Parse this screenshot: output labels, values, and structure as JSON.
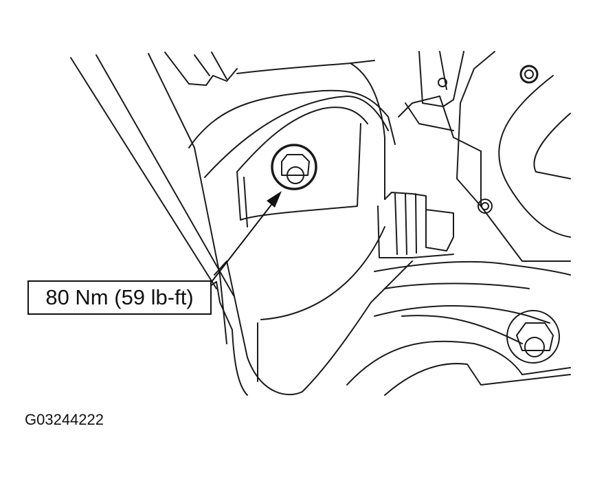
{
  "diagram": {
    "type": "mechanical line illustration",
    "subject": "bolt location with torque specification",
    "callout": {
      "label": "80 Nm (59 lb-ft)",
      "points_to": "bolt"
    },
    "figure_id": "G03244222",
    "colors": {
      "line": "#111111",
      "background": "#ffffff"
    }
  }
}
